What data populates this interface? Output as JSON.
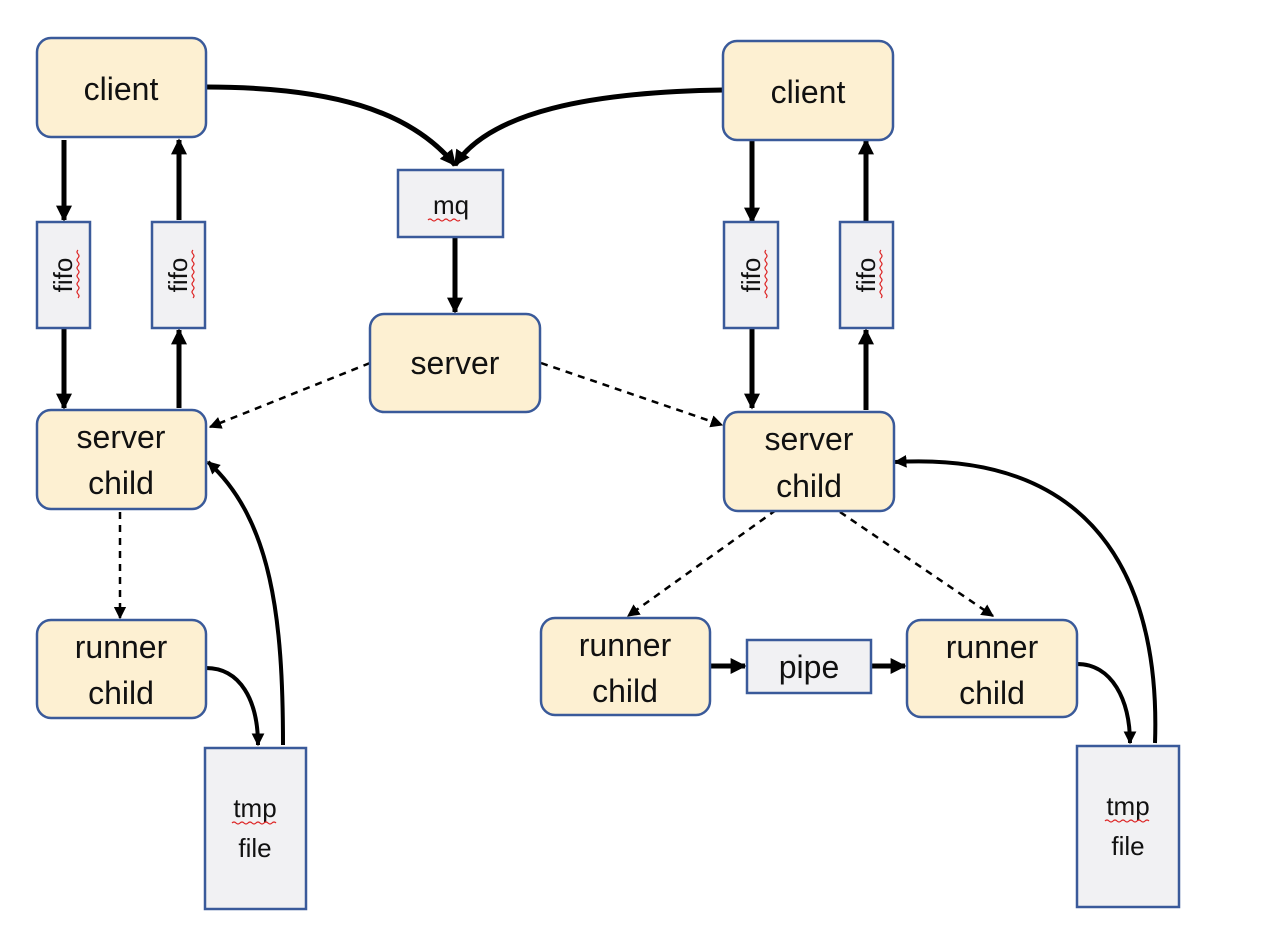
{
  "nodes": {
    "client_left": "client",
    "client_right": "client",
    "mq": "mq",
    "server": "server",
    "fifo": "fifo",
    "server_child_line1": "server",
    "server_child_line2": "child",
    "runner_child_line1": "runner",
    "runner_child_line2": "child",
    "pipe": "pipe",
    "tmp_file_line1": "tmp",
    "tmp_file_line2": "file"
  },
  "colors": {
    "process_fill": "#fdf0d2",
    "process_border": "#3a5a9a",
    "store_fill": "#f1f1f3",
    "arrow": "#000000",
    "spellcheck": "#dd2222"
  }
}
